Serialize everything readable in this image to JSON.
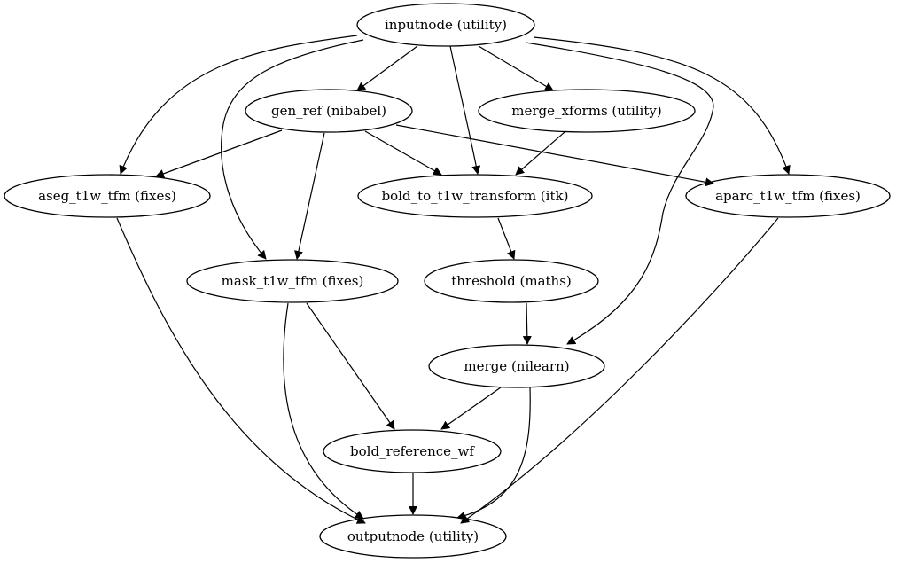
{
  "nodes": {
    "inputnode": "inputnode (utility)",
    "gen_ref": "gen_ref (nibabel)",
    "merge_xforms": "merge_xforms (utility)",
    "aseg": "aseg_t1w_tfm (fixes)",
    "bold_tfm": "bold_to_t1w_transform (itk)",
    "aparc": "aparc_t1w_tfm (fixes)",
    "mask": "mask_t1w_tfm (fixes)",
    "threshold": "threshold (maths)",
    "merge": "merge (nilearn)",
    "bold_ref": "bold_reference_wf",
    "outputnode": "outputnode (utility)"
  },
  "edges": [
    [
      "inputnode",
      "gen_ref"
    ],
    [
      "inputnode",
      "merge_xforms"
    ],
    [
      "inputnode",
      "aseg"
    ],
    [
      "inputnode",
      "bold_tfm"
    ],
    [
      "inputnode",
      "aparc"
    ],
    [
      "inputnode",
      "mask"
    ],
    [
      "inputnode",
      "merge"
    ],
    [
      "gen_ref",
      "aseg"
    ],
    [
      "gen_ref",
      "bold_tfm"
    ],
    [
      "gen_ref",
      "aparc"
    ],
    [
      "gen_ref",
      "mask"
    ],
    [
      "merge_xforms",
      "bold_tfm"
    ],
    [
      "bold_tfm",
      "threshold"
    ],
    [
      "threshold",
      "merge"
    ],
    [
      "aseg",
      "outputnode"
    ],
    [
      "mask",
      "outputnode"
    ],
    [
      "mask",
      "bold_ref"
    ],
    [
      "merge",
      "bold_ref"
    ],
    [
      "merge",
      "outputnode"
    ],
    [
      "bold_ref",
      "outputnode"
    ],
    [
      "aparc",
      "outputnode"
    ]
  ]
}
